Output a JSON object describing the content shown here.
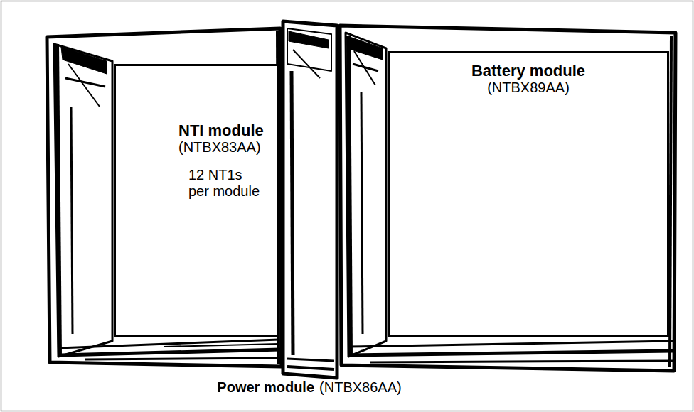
{
  "diagram": {
    "nodes": [
      {
        "text": [
          "NTI module",
          "(NTBX83AA)",
          "12 NT1s per module"
        ]
      },
      {
        "text": [
          "Battery module",
          "(NTBX89AA)"
        ]
      },
      {
        "text": [
          "Power module",
          "(NTBX86AA)"
        ]
      }
    ],
    "edges": []
  }
}
